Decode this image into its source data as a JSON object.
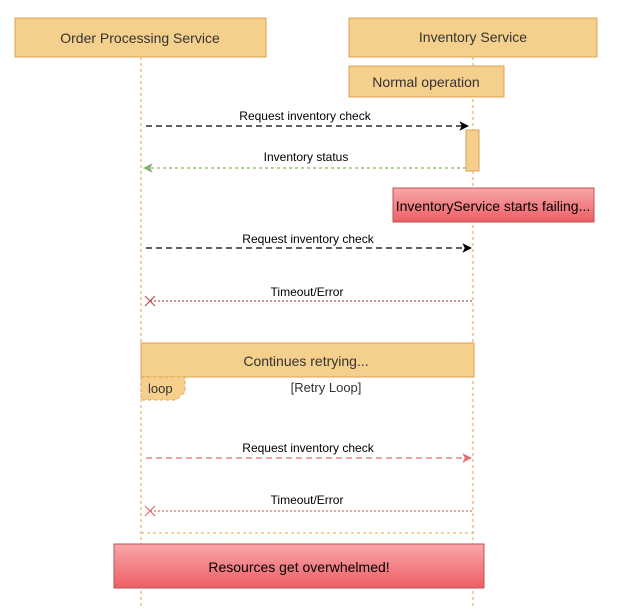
{
  "participants": {
    "order": "Order Processing Service",
    "inventory": "Inventory Service"
  },
  "notes": {
    "normal": "Normal operation",
    "failing": "InventoryService starts failing...",
    "retrying": "Continues retrying...",
    "overwhelmed": "Resources get overwhelmed!"
  },
  "messages": {
    "m1": "Request inventory check",
    "m2": "Inventory status",
    "m3": "Request inventory check",
    "m4": "Timeout/Error",
    "m5": "Request inventory check",
    "m6": "Timeout/Error"
  },
  "loop": {
    "tag": "loop",
    "guard": "[Retry Loop]"
  },
  "colors": {
    "participant_fill": "#f5cf8c",
    "participant_stroke": "#e0a050",
    "note_red_fill": "#f26b70",
    "note_red_stroke": "#b85450",
    "black_arrow": "#000000",
    "green_arrow": "#82b366",
    "red_arrow": "#b85450",
    "light_red_arrow": "#e07070"
  }
}
